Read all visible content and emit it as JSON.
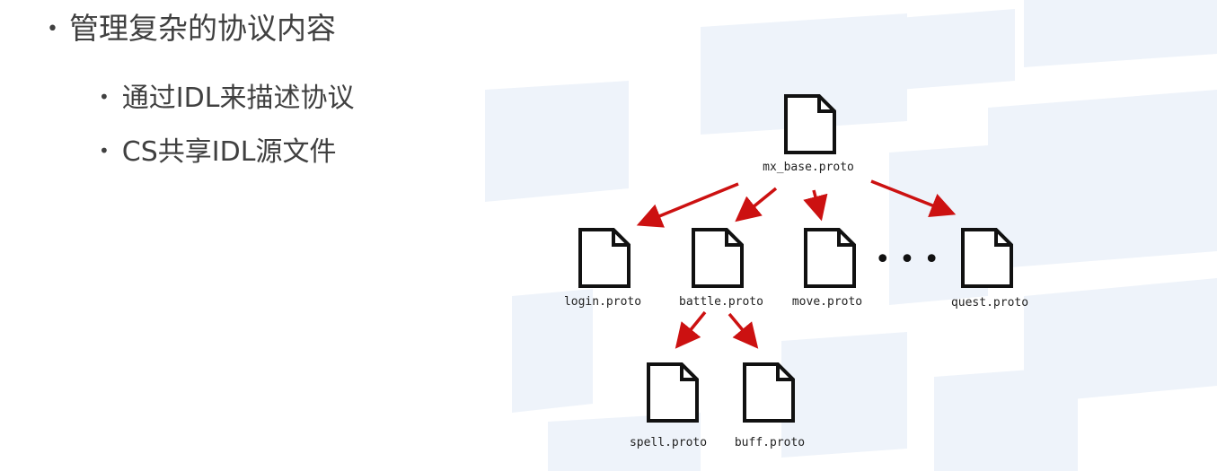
{
  "bullets": {
    "main": "管理复杂的协议内容",
    "sub": [
      "通过IDL来描述协议",
      "CS共享IDL源文件"
    ]
  },
  "diagram": {
    "nodes": {
      "root": "mx_base.proto",
      "login": "login.proto",
      "battle": "battle.proto",
      "move": "move.proto",
      "quest": "quest.proto",
      "spell": "spell.proto",
      "buff": "buff.proto"
    },
    "ellipsis": "• • •",
    "icon": "file-icon",
    "arrow_color": "#cc1111"
  }
}
